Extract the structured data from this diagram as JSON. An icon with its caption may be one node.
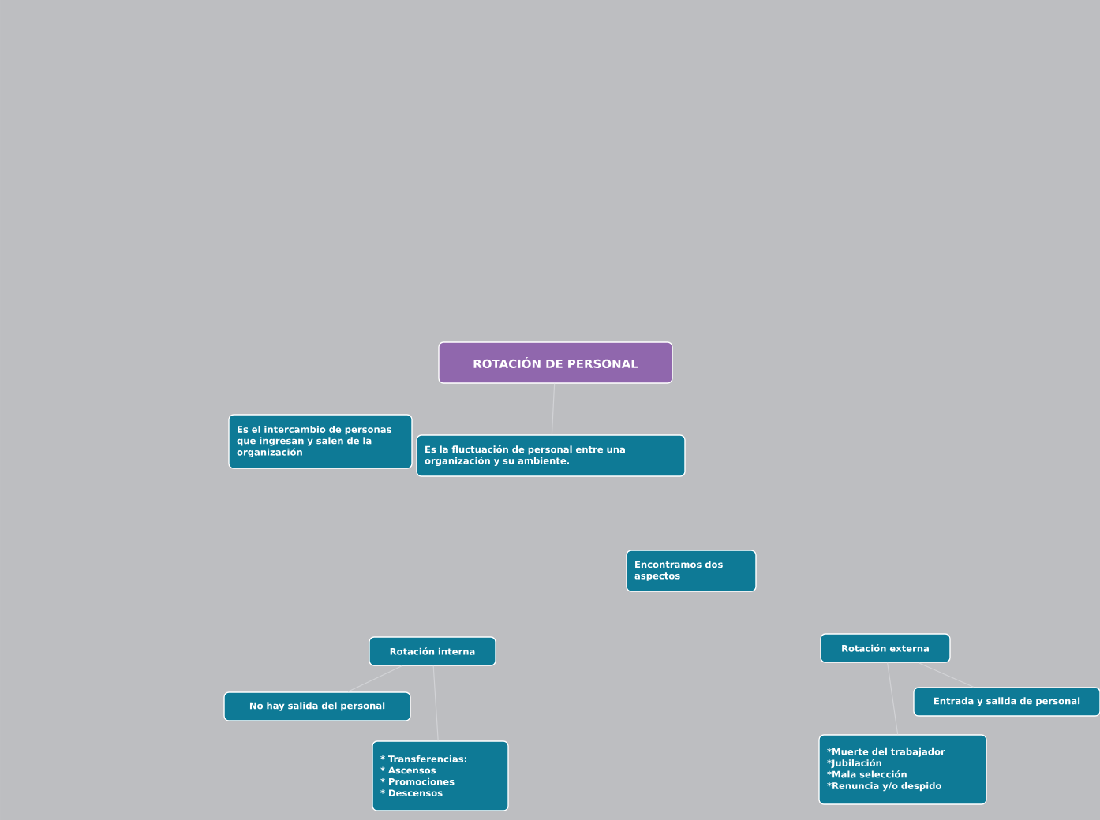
{
  "diagram": {
    "nodes": [
      {
        "text": [
          "ROTACIÓN DE PERSONAL"
        ]
      },
      {
        "text": [
          "Es el intercambio de personas que ingresan y salen de la organización"
        ]
      },
      {
        "text": [
          "Es la fluctuación de personal entre una organización y su ambiente."
        ]
      },
      {
        "text": [
          "Encontramos dos aspectos"
        ]
      },
      {
        "text": [
          "Rotación interna"
        ]
      },
      {
        "text": [
          "No hay salida del personal"
        ]
      },
      {
        "text": [
          "* Transferencias:",
          "* Ascensos",
          "* Promociones",
          "* Descensos"
        ]
      },
      {
        "text": [
          "Rotación externa"
        ]
      },
      {
        "text": [
          "Entrada y salida de personal"
        ]
      },
      {
        "text": [
          "*Muerte del trabajador",
          "*Jubilación",
          "*Mala selección",
          "*Renuncia y/o despido"
        ]
      }
    ],
    "edges": [
      {
        "from": 0,
        "to": 2,
        "arrow": "none"
      },
      {
        "from": 4,
        "to": 5,
        "arrow": "none"
      },
      {
        "from": 4,
        "to": 6,
        "arrow": "none"
      },
      {
        "from": 7,
        "to": 8,
        "arrow": "none"
      },
      {
        "from": 7,
        "to": 9,
        "arrow": "none"
      }
    ]
  }
}
